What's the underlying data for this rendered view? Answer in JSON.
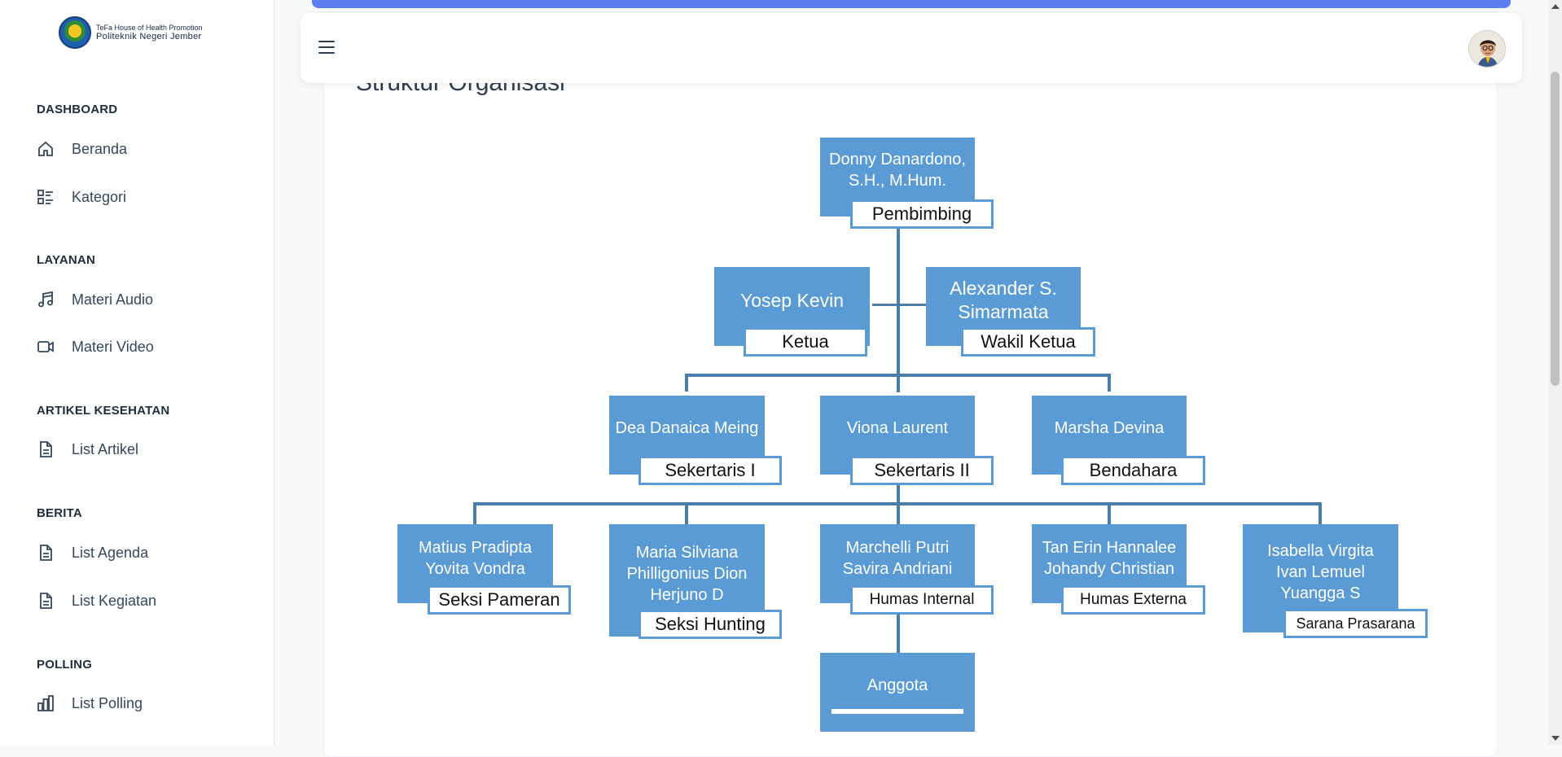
{
  "sidebar": {
    "logo": {
      "line1": "TeFa House of Health Promotion",
      "line2": "Politeknik Negeri Jember"
    },
    "sections": [
      {
        "title": "DASHBOARD",
        "items": [
          {
            "label": "Beranda",
            "icon": "home-icon"
          },
          {
            "label": "Kategori",
            "icon": "list-icon"
          }
        ]
      },
      {
        "title": "LAYANAN",
        "items": [
          {
            "label": "Materi Audio",
            "icon": "music-icon"
          },
          {
            "label": "Materi Video",
            "icon": "video-icon"
          }
        ]
      },
      {
        "title": "ARTIKEL KESEHATAN",
        "items": [
          {
            "label": "List Artikel",
            "icon": "document-icon"
          }
        ]
      },
      {
        "title": "BERITA",
        "items": [
          {
            "label": "List Agenda",
            "icon": "document-icon"
          },
          {
            "label": "List Kegiatan",
            "icon": "document-icon"
          }
        ]
      },
      {
        "title": "POLLING",
        "items": [
          {
            "label": "List Polling",
            "icon": "bar-chart-icon"
          }
        ]
      }
    ]
  },
  "header": {
    "menu_icon": "hamburger-icon",
    "avatar_icon": "user-avatar"
  },
  "main": {
    "title": "Struktur Organisasi",
    "org_chart": {
      "advisor": {
        "name": "Donny Danardono,\nS.H., M.Hum.",
        "role": "Pembimbing"
      },
      "leaders": [
        {
          "name": "Yosep Kevin",
          "role": "Ketua"
        },
        {
          "name": "Alexander S.\nSimarmata",
          "role": "Wakil Ketua"
        }
      ],
      "officers": [
        {
          "name": "Dea Danaica Meing",
          "role": "Sekertaris I"
        },
        {
          "name": "Viona Laurent",
          "role": "Sekertaris II"
        },
        {
          "name": "Marsha Devina",
          "role": "Bendahara"
        }
      ],
      "divisions": [
        {
          "name": "Matius Pradipta\nYovita Vondra",
          "role": "Seksi Pameran"
        },
        {
          "name": "Maria Silviana\nPhilligonius Dion\nHerjuno D",
          "role": "Seksi Hunting"
        },
        {
          "name": "Marchelli Putri\nSavira Andriani",
          "role": "Humas Internal"
        },
        {
          "name": "Tan Erin Hannalee\nJohandy Christian",
          "role": "Humas Externa"
        },
        {
          "name": "Isabella Virgita\nIvan Lemuel\nYuangga S",
          "role": "Sarana Prasarana"
        }
      ],
      "members": {
        "label": "Anggota"
      }
    }
  },
  "colors": {
    "accent": "#5b7ff0",
    "org_box": "#5a9bd5",
    "org_line": "#4a7da8"
  }
}
